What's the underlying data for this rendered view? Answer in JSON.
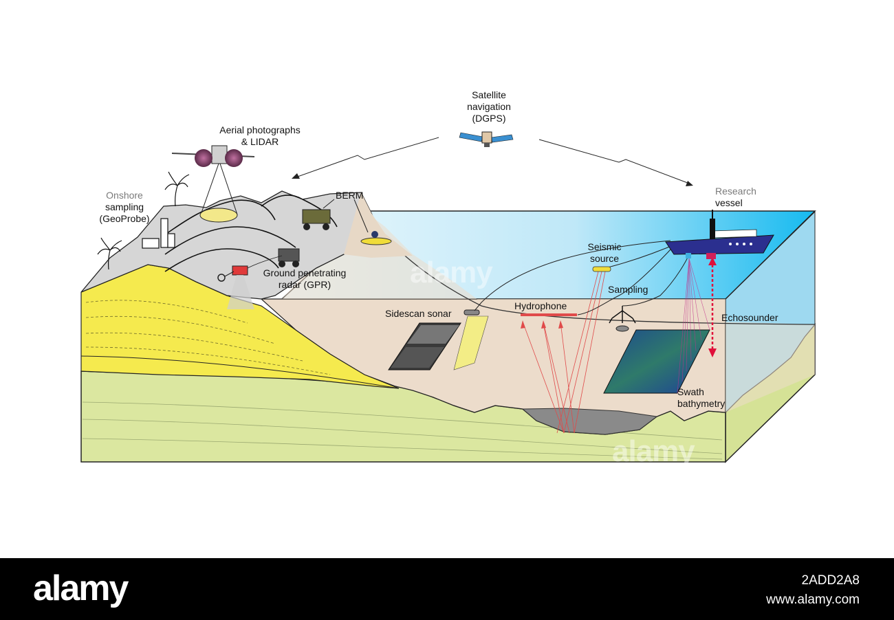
{
  "labels": {
    "satellite": [
      "Satellite",
      "navigation",
      "(DGPS)"
    ],
    "aerial": [
      "Aerial photographs",
      "& LIDAR"
    ],
    "onshore": [
      "Onshore",
      "sampling",
      "(GeoProbe)"
    ],
    "berm": "BERM",
    "gpr": [
      "Ground penetrating",
      "radar (GPR)"
    ],
    "research_vessel": [
      "Research",
      "vessel"
    ],
    "seismic": [
      "Seismic",
      "source"
    ],
    "sampling": "Sampling",
    "hydrophone": "Hydrophone",
    "sidescan": "Sidescan sonar",
    "echosounder": "Echosounder",
    "swath": [
      "Swath",
      "bathymetry"
    ]
  },
  "watermark": "alamy",
  "footer": {
    "logo": "alamy",
    "image_id": "2ADD2A8",
    "site": "www.alamy.com"
  },
  "colors": {
    "sea_surface": "#bfe8f8",
    "sea_deep": "#00b4ee",
    "seabed": "#ecdccb",
    "sand": "#f5ea4e",
    "bedrock": "#dbe7a0",
    "hills": "#d4d4d4",
    "vessel": "#2b2f8f",
    "sonar_ray": "#e04a4a"
  }
}
